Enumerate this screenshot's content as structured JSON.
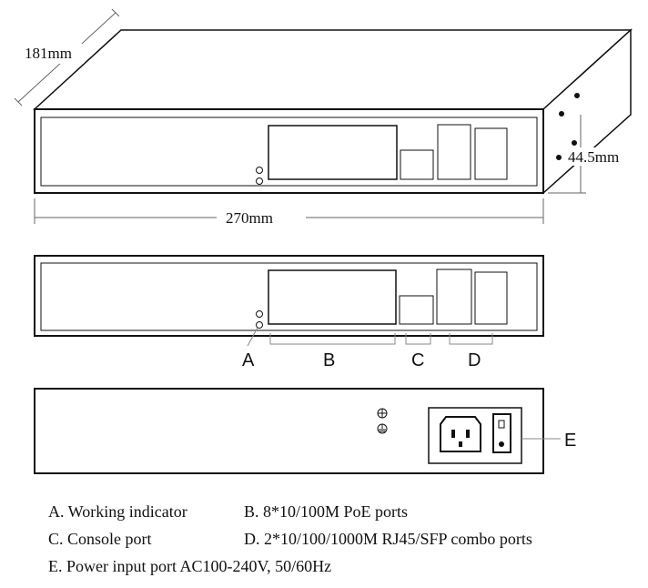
{
  "dimensions": {
    "depth": "181mm",
    "width": "270mm",
    "height": "44.5mm"
  },
  "callouts": {
    "a": "A",
    "b": "B",
    "c": "C",
    "d": "D",
    "e": "E"
  },
  "legend": {
    "a": "A. Working indicator",
    "b": "B. 8*10/100M PoE ports",
    "c": "C. Console port",
    "d": "D. 2*10/100/1000M RJ45/SFP combo ports",
    "e": "E. Power input port AC100-240V, 50/60Hz"
  }
}
